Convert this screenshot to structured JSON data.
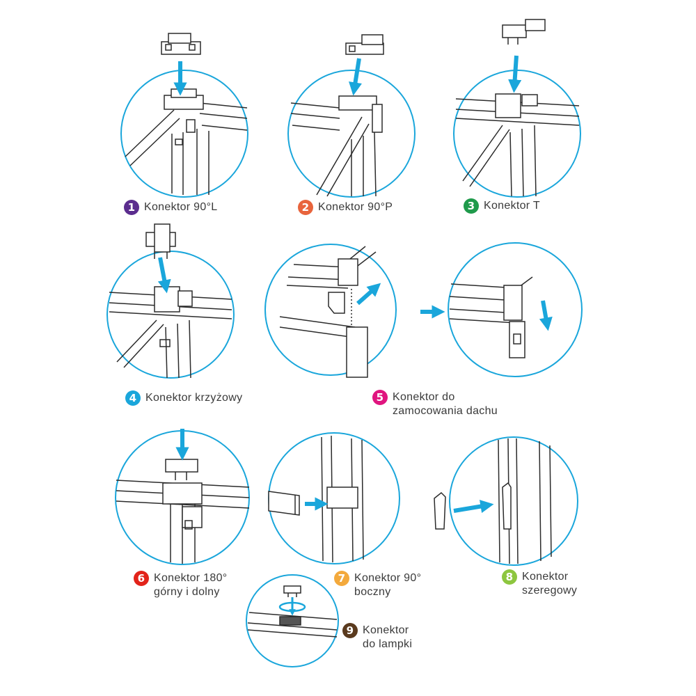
{
  "colors": {
    "circle": "#1aa6db",
    "arrow": "#1aa6db",
    "line": "#2b2b2b"
  },
  "connectors": [
    {
      "number": "1",
      "color": "#5b2d8e",
      "lines": [
        "Konektor 90°L"
      ]
    },
    {
      "number": "2",
      "color": "#e8643c",
      "lines": [
        "Konektor 90°P"
      ]
    },
    {
      "number": "3",
      "color": "#1f9a4b",
      "lines": [
        "Konektor T"
      ]
    },
    {
      "number": "4",
      "color": "#1aa6db",
      "lines": [
        "Konektor krzyżowy"
      ]
    },
    {
      "number": "5",
      "color": "#e0157f",
      "lines": [
        "Konektor do",
        "zamocowania dachu"
      ]
    },
    {
      "number": "6",
      "color": "#e2231a",
      "lines": [
        "Konektor 180°",
        "górny i dolny"
      ]
    },
    {
      "number": "7",
      "color": "#f3a93c",
      "lines": [
        "Konektor 90°",
        "boczny"
      ]
    },
    {
      "number": "8",
      "color": "#8dc63f",
      "lines": [
        "Konektor",
        "szeregowy"
      ]
    },
    {
      "number": "9",
      "color": "#5a3a1e",
      "lines": [
        "Konektor",
        "do lampki"
      ]
    }
  ]
}
